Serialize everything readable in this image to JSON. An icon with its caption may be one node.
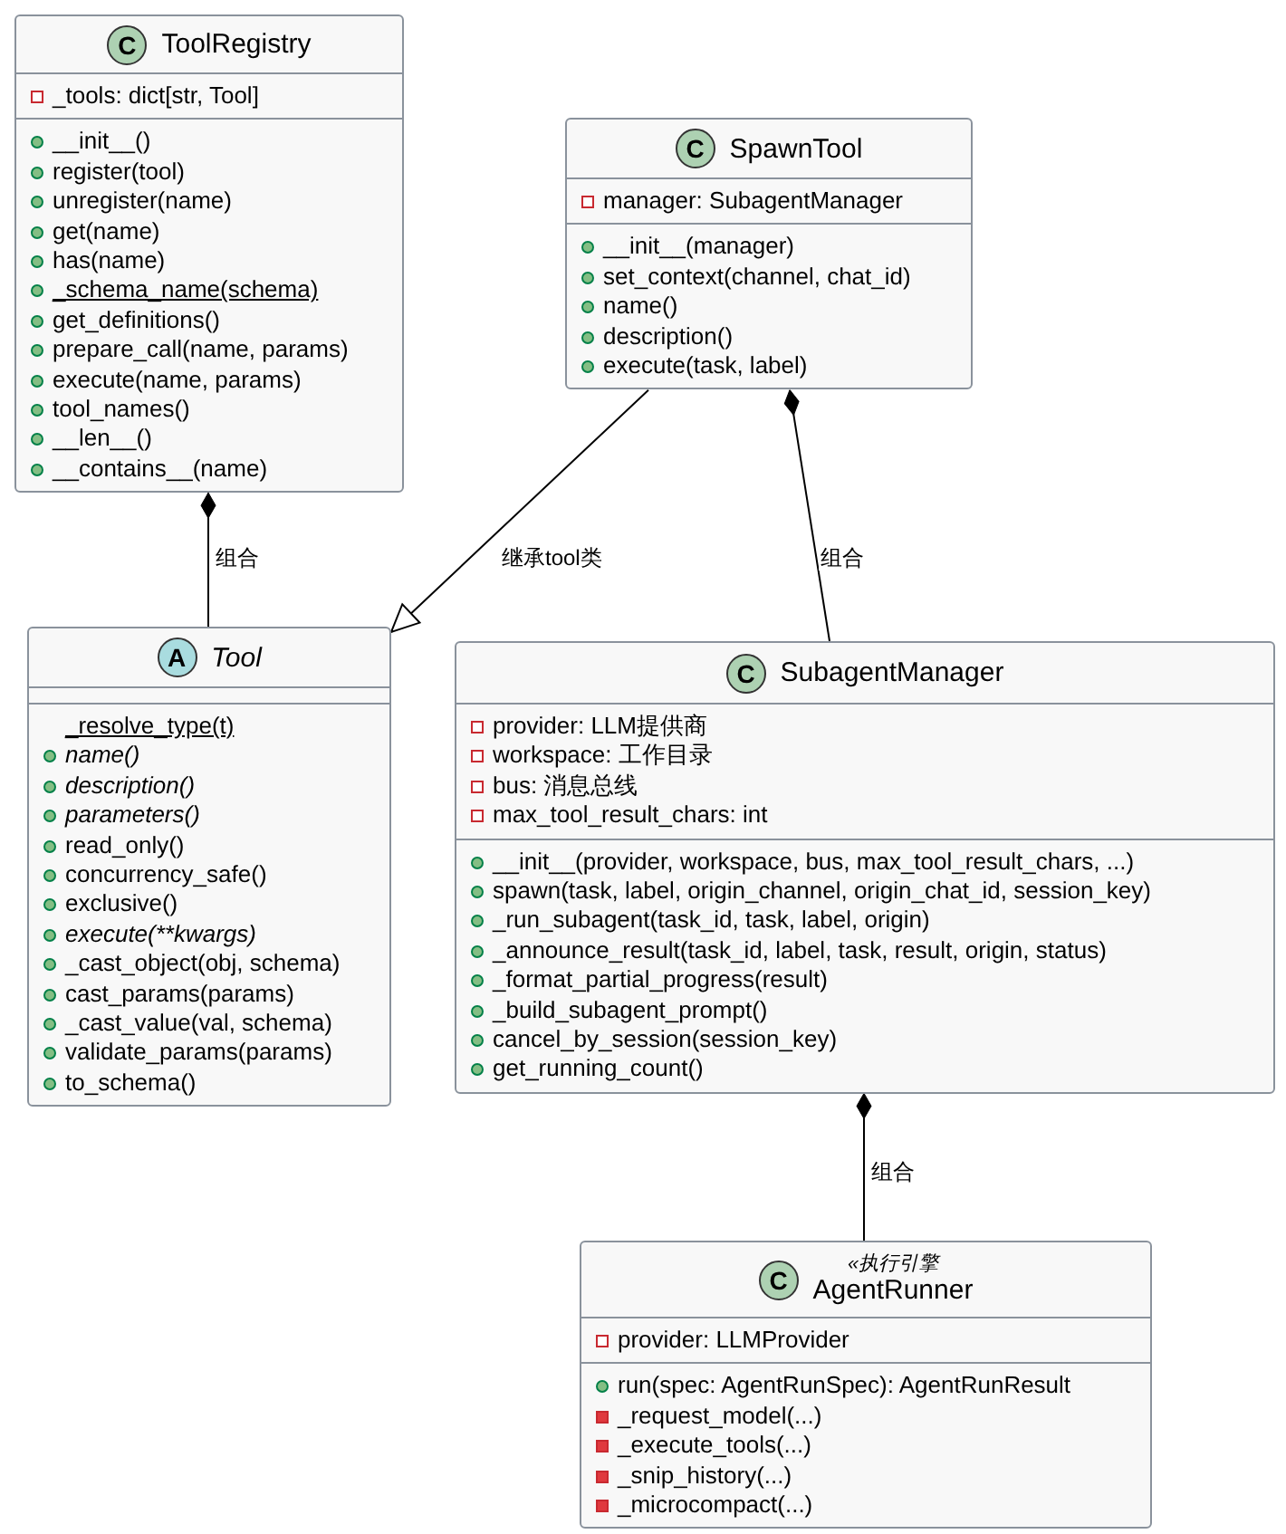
{
  "diagram": {
    "nodes": [
      {
        "text": [
          "C",
          "ToolRegistry",
          "_tools: dict[str, Tool]",
          "__init__()",
          "register(tool)",
          "unregister(name)",
          "get(name)",
          "has(name)",
          "_schema_name(schema)",
          "get_definitions()",
          "prepare_call(name, params)",
          "execute(name, params)",
          "tool_names()",
          "__len__()",
          "__contains__(name)"
        ]
      },
      {
        "text": [
          "C",
          "SpawnTool",
          "manager: SubagentManager",
          "__init__(manager)",
          "set_context(channel, chat_id)",
          "name()",
          "description()",
          "execute(task, label)"
        ]
      },
      {
        "text": [
          "A",
          "Tool",
          "_resolve_type(t)",
          "name()",
          "description()",
          "parameters()",
          "read_only()",
          "concurrency_safe()",
          "exclusive()",
          "execute(**kwargs)",
          "_cast_object(obj, schema)",
          "cast_params(params)",
          "_cast_value(val, schema)",
          "validate_params(params)",
          "to_schema()"
        ]
      },
      {
        "text": [
          "C",
          "SubagentManager",
          "provider: LLM提供商",
          "workspace: 工作目录",
          "bus: 消息总线",
          "max_tool_result_chars: int",
          "__init__(provider, workspace, bus, max_tool_result_chars, ...)",
          "spawn(task, label, origin_channel, origin_chat_id, session_key)",
          "_run_subagent(task_id, task, label, origin)",
          "_announce_result(task_id, label, task, result, origin, status)",
          "_format_partial_progress(result)",
          "_build_subagent_prompt()",
          "cancel_by_session(session_key)",
          "get_running_count()"
        ]
      },
      {
        "text": [
          "«执行引擎",
          "C",
          "AgentRunner",
          "provider: LLMProvider",
          "run(spec: AgentRunSpec): AgentRunResult",
          "_request_model(...)",
          "_execute_tools(...)",
          "_snip_history(...)",
          "_microcompact(...)"
        ]
      }
    ],
    "edges": [
      {
        "from": 0,
        "to": 2,
        "arrow": "other",
        "label": "组合"
      },
      {
        "from": 1,
        "to": 2,
        "arrow": "to",
        "label": "继承tool类"
      },
      {
        "from": 1,
        "to": 3,
        "arrow": "other",
        "label": "组合"
      },
      {
        "from": 3,
        "to": 4,
        "arrow": "other",
        "label": "组合"
      }
    ]
  }
}
